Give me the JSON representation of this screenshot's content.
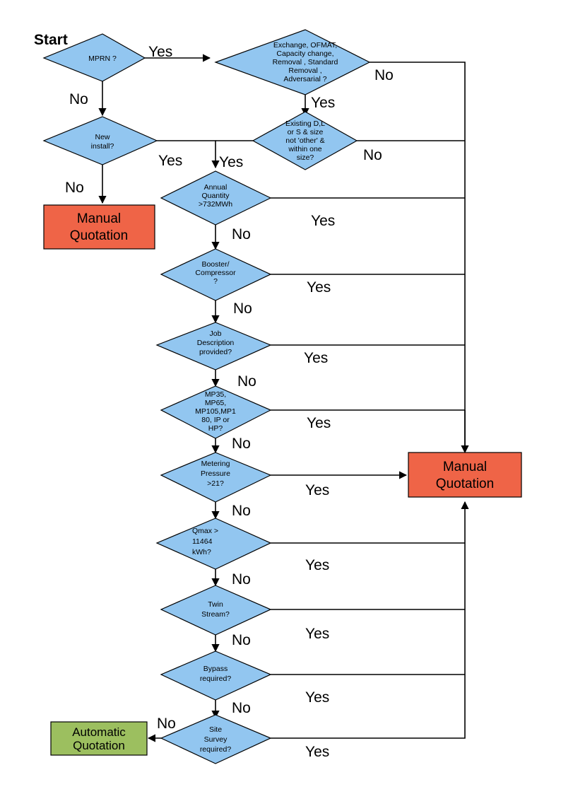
{
  "diagram": {
    "title_label": "Start",
    "colors": {
      "decision_fill": "#92C6F0",
      "manual_fill": "#EF6447",
      "automatic_fill": "#9CBF5F",
      "stroke": "#000000",
      "background": "#FFFFFF"
    },
    "decisions": [
      {
        "id": "mprn",
        "lines": [
          "MPRN ?"
        ],
        "yes_label": "Yes",
        "no_label": "No"
      },
      {
        "id": "exchange",
        "lines": [
          "Exchange, OFMAT,",
          "Capacity change,",
          "Removal , Standard",
          "Removal ,",
          "Adversarial ?"
        ],
        "yes_label": "Yes",
        "no_label": "No"
      },
      {
        "id": "new-install",
        "lines": [
          "New",
          "install?"
        ],
        "yes_label": "Yes",
        "no_label": "No"
      },
      {
        "id": "existing-dls",
        "lines": [
          "Existing D,L",
          "or S & size",
          "not 'other' &",
          "within one",
          "size?"
        ],
        "yes_label": "Yes",
        "no_label": "No"
      },
      {
        "id": "annual-quantity",
        "lines": [
          "Annual",
          "Quantity",
          ">732MWh"
        ],
        "yes_label": "Yes",
        "no_label": "No"
      },
      {
        "id": "booster-compressor",
        "lines": [
          "Booster/",
          "Compressor",
          "?"
        ],
        "yes_label": "Yes",
        "no_label": "No"
      },
      {
        "id": "job-description",
        "lines": [
          "Job",
          "Description",
          "provided?"
        ],
        "yes_label": "Yes",
        "no_label": "No"
      },
      {
        "id": "mp-rating",
        "lines": [
          "MP35,",
          "MP65,",
          "MP105,MP1",
          "80, IP or",
          "HP?"
        ],
        "yes_label": "Yes",
        "no_label": "No"
      },
      {
        "id": "metering-pressure",
        "lines": [
          "Metering",
          "Pressure",
          ">21?"
        ],
        "yes_label": "Yes",
        "no_label": "No"
      },
      {
        "id": "qmax",
        "lines": [
          "Qmax >",
          "11464",
          "kWh?"
        ],
        "yes_label": "Yes",
        "no_label": "No"
      },
      {
        "id": "twin-stream",
        "lines": [
          "Twin",
          "Stream?"
        ],
        "yes_label": "Yes",
        "no_label": "No"
      },
      {
        "id": "bypass",
        "lines": [
          "Bypass",
          "required?"
        ],
        "yes_label": "Yes",
        "no_label": "No"
      },
      {
        "id": "site-survey",
        "lines": [
          "Site",
          "Survey",
          "required?"
        ],
        "yes_label": "Yes",
        "no_label": "No"
      }
    ],
    "terminals": [
      {
        "id": "manual-quotation-left",
        "lines": [
          "Manual",
          "Quotation"
        ],
        "fill": "#EF6447"
      },
      {
        "id": "manual-quotation-right",
        "lines": [
          "Manual",
          "Quotation"
        ],
        "fill": "#EF6447"
      },
      {
        "id": "automatic-quotation",
        "lines": [
          "Automatic",
          "Quotation"
        ],
        "fill": "#9CBF5F"
      }
    ]
  }
}
